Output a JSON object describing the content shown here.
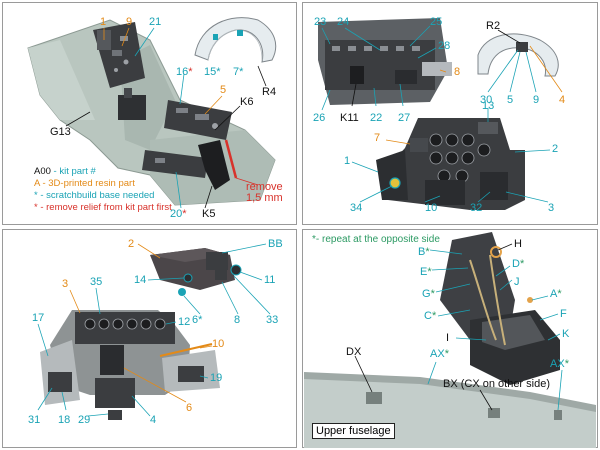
{
  "colors": {
    "cyan": "#1aa3b5",
    "orange": "#e38a17",
    "red": "#d8322b",
    "green": "#2c9a63",
    "panel_dark": "#3b3d40",
    "tub_gray": "#b9c6bf"
  },
  "panel1": {
    "labels": {
      "n1": "1",
      "n9": "9",
      "n21": "21",
      "n16": "16",
      "n15": "15",
      "n7": "7",
      "n5": "5",
      "R4": "R4",
      "K6": "K6",
      "G13": "G13",
      "n20": "20",
      "K5": "K5"
    },
    "remove_note": [
      "remove",
      "1,5 mm"
    ],
    "legend": {
      "kit": {
        "code": "A00",
        "text": " - kit part #"
      },
      "resin": {
        "code": "A",
        "text": " - 3D-printed resin part"
      },
      "scratch": {
        "code": "*",
        "text": " - scratchbuild base needed"
      },
      "relief": {
        "code": "*",
        "text": " - remove relief from kit part first"
      }
    }
  },
  "panel2": {
    "labels": {
      "n23": "23",
      "n24": "24",
      "n25": "25",
      "n28": "28",
      "n8": "8",
      "R2": "R2",
      "n26": "26",
      "K11": "K11",
      "n22": "22",
      "n27": "27",
      "n30": "30",
      "n5": "5",
      "n9": "9",
      "n4": "4",
      "n13": "13",
      "n7": "7",
      "n2": "2",
      "n1": "1",
      "n34": "34",
      "n10": "10",
      "n32": "32",
      "n3": "3"
    }
  },
  "panel3": {
    "labels": {
      "n2": "2",
      "BB": "BB",
      "n14": "14",
      "n11": "11",
      "n6": "6",
      "n8": "8",
      "n33": "33",
      "n3": "3",
      "n35": "35",
      "n12": "12",
      "n17": "17",
      "n10": "10",
      "n19": "19",
      "n31": "31",
      "n18": "18",
      "n29": "29",
      "n4": "4",
      "n6b": "6"
    }
  },
  "panel4": {
    "note": "- repeat at the opposite side",
    "labels": {
      "H": "H",
      "B": "B",
      "E": "E",
      "D": "D",
      "G": "G",
      "J": "J",
      "C": "C",
      "A": "A",
      "F": "F",
      "I": "I",
      "K": "K",
      "DX": "DX",
      "AX1": "AX",
      "AX2": "AX",
      "BX": "BX (CX on other side)"
    },
    "upper_fuselage": "Upper fuselage"
  }
}
